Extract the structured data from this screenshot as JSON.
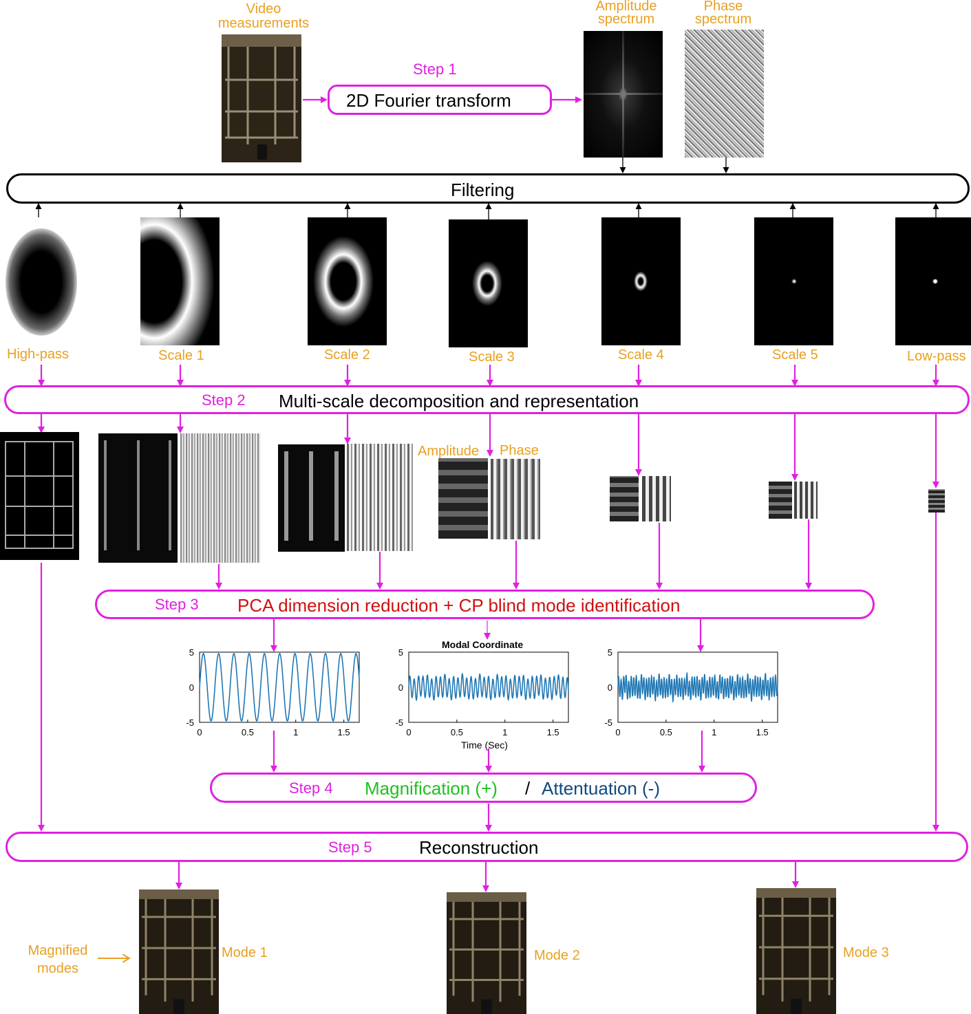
{
  "labels": {
    "video": "Video\nmeasurements",
    "amplitude_spectrum": "Amplitude\nspectrum",
    "phase_spectrum": "Phase\nspectrum",
    "high_pass": "High-pass",
    "scale1": "Scale 1",
    "scale2": "Scale 2",
    "scale3": "Scale 3",
    "scale4": "Scale 4",
    "scale5": "Scale 5",
    "low_pass": "Low-pass",
    "amplitude": "Amplitude",
    "phase": "Phase",
    "magnified_modes": "Magnified\nmodes",
    "mode1": "Mode 1",
    "mode2": "Mode 2",
    "mode3": "Mode 3"
  },
  "steps": {
    "step1": {
      "tag": "Step 1",
      "text": "2D Fourier transform"
    },
    "filtering": {
      "text": "Filtering"
    },
    "step2": {
      "tag": "Step 2",
      "text": "Multi-scale decomposition and representation"
    },
    "step3": {
      "tag": "Step 3",
      "text": "PCA dimension reduction + CP blind mode identification"
    },
    "step4": {
      "tag": "Step 4",
      "mag": "Magnification (+)",
      "sep": "/",
      "att": "Attentuation (-)"
    },
    "step5": {
      "tag": "Step 5",
      "text": "Reconstruction"
    }
  },
  "colors": {
    "step_magenta": "#e020e0",
    "label_orange": "#e8a020",
    "step3_red": "#d01010",
    "mag_green": "#20c020",
    "att_blue": "#104880",
    "signal_blue": "#1f77b4"
  },
  "plots": {
    "title": "Modal Coordinate",
    "xlabel": "Time (Sec)",
    "yticks": [
      "5",
      "0",
      "-5"
    ],
    "xticks": [
      "0",
      "0.5",
      "1",
      "1.5"
    ]
  },
  "chart_data": [
    {
      "type": "line",
      "title": "",
      "xlabel": "",
      "ylabel": "",
      "xlim": [
        0,
        1.66
      ],
      "ylim": [
        -5,
        5
      ],
      "series": [
        {
          "amplitude": 4.8,
          "freq_hz": 6.3,
          "noise": 0
        }
      ]
    },
    {
      "type": "line",
      "title": "Modal Coordinate",
      "xlabel": "Time (Sec)",
      "ylabel": "",
      "xlim": [
        0,
        1.66
      ],
      "ylim": [
        -5,
        5
      ],
      "series": [
        {
          "amplitude": 1.5,
          "freq_hz": 22,
          "noise": 0.4
        }
      ]
    },
    {
      "type": "line",
      "title": "",
      "xlabel": "",
      "ylabel": "",
      "xlim": [
        0,
        1.66
      ],
      "ylim": [
        -5,
        5
      ],
      "series": [
        {
          "amplitude": 1.4,
          "freq_hz": 38,
          "noise": 0.6
        }
      ]
    }
  ]
}
